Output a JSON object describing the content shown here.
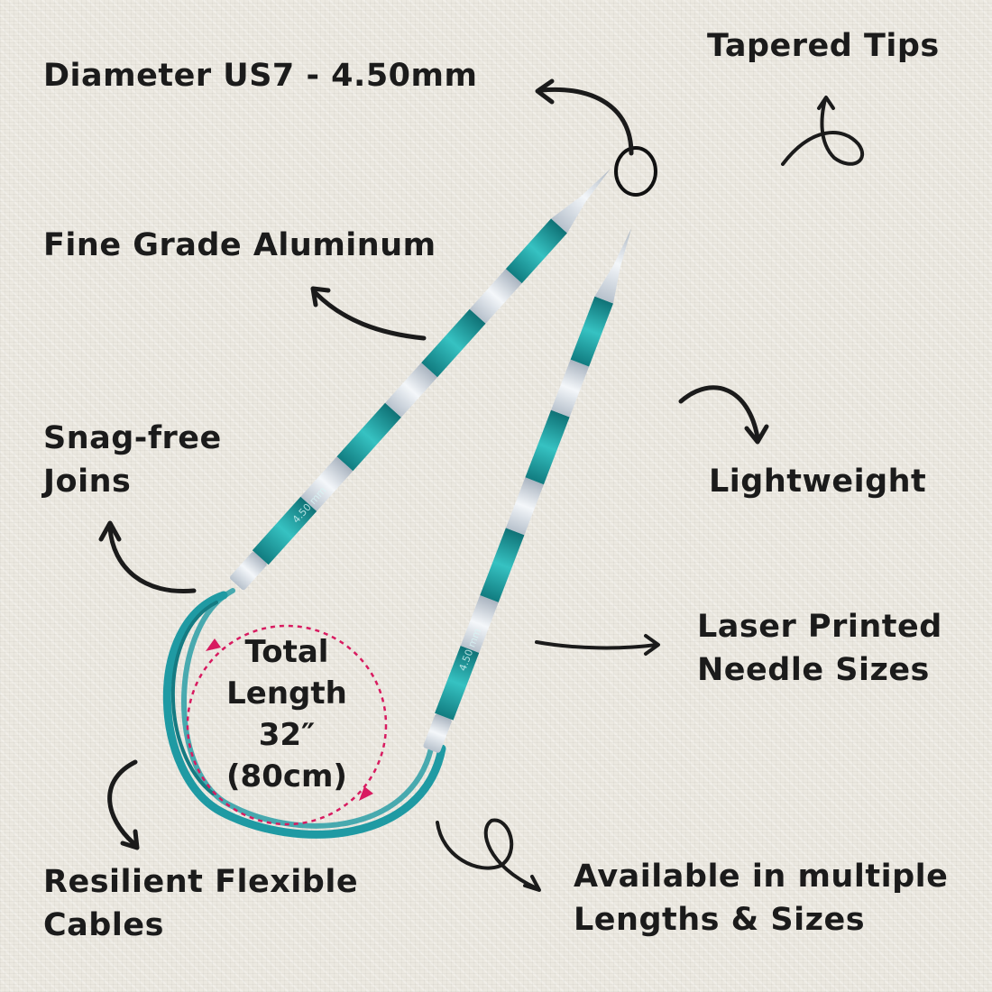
{
  "labels": {
    "diameter": "Diameter US7 - 4.50mm",
    "tapered_tips": "Tapered Tips",
    "aluminum": "Fine Grade Aluminum",
    "snag_free_line1": "Snag-free",
    "snag_free_line2": "Joins",
    "lightweight": "Lightweight",
    "laser_line1": "Laser Printed",
    "laser_line2": "Needle Sizes",
    "cables_line1": "Resilient Flexible",
    "cables_line2": "Cables",
    "available_line1": "Available in multiple",
    "available_line2": "Lengths & Sizes"
  },
  "center": {
    "line1": "Total",
    "line2": "Length",
    "line3": "32″",
    "line4": "(80cm)"
  },
  "colors": {
    "needle_teal": "#1a9d9f",
    "needle_silver": "#d6dde6",
    "cable_teal": "#1f9aa3",
    "dashed_circle": "#d81b60",
    "arrows": "#1b1b1b"
  }
}
